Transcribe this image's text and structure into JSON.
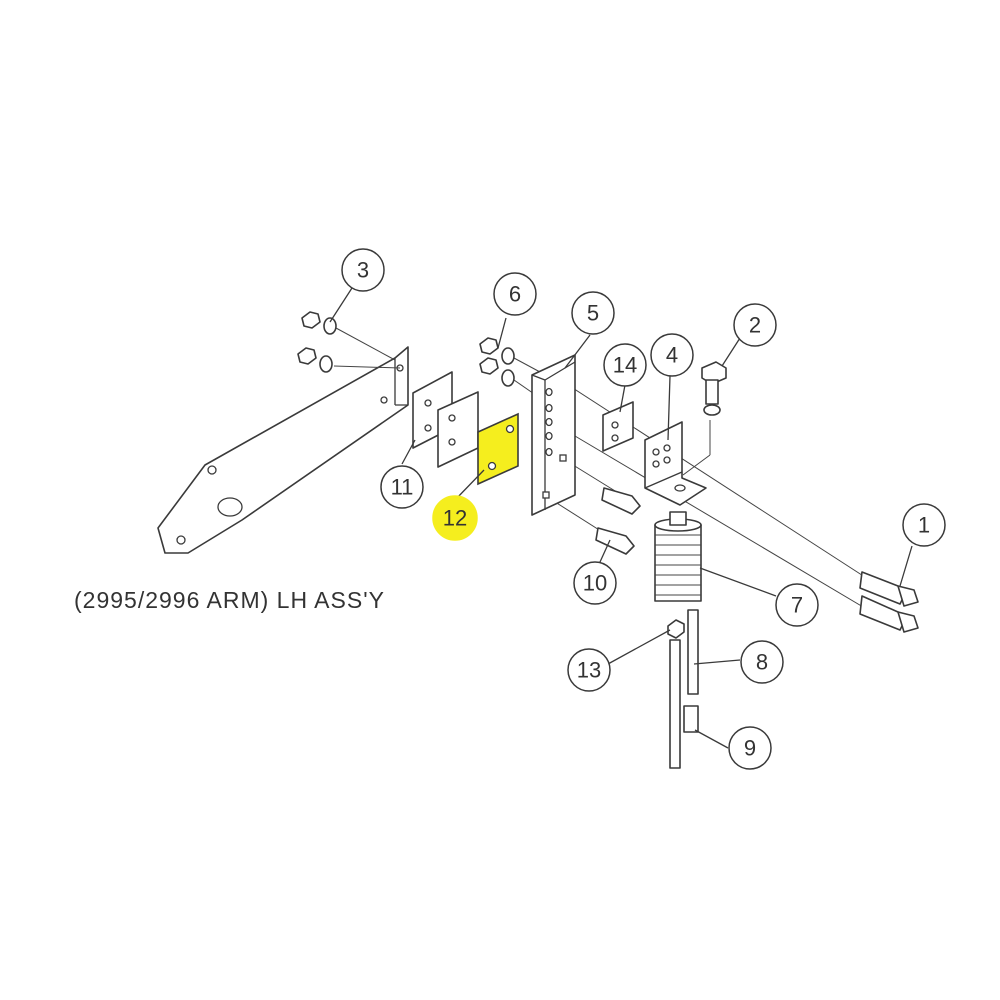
{
  "caption": "(2995/2996 ARM) LH ASS'Y",
  "highlight_color": "#f5ee1e",
  "highlighted_part": "12",
  "callouts": [
    {
      "id": "1",
      "label": "1"
    },
    {
      "id": "2",
      "label": "2"
    },
    {
      "id": "3",
      "label": "3"
    },
    {
      "id": "4",
      "label": "4"
    },
    {
      "id": "5",
      "label": "5"
    },
    {
      "id": "6",
      "label": "6"
    },
    {
      "id": "7",
      "label": "7"
    },
    {
      "id": "8",
      "label": "8"
    },
    {
      "id": "9",
      "label": "9"
    },
    {
      "id": "10",
      "label": "10"
    },
    {
      "id": "11",
      "label": "11"
    },
    {
      "id": "12",
      "label": "12"
    },
    {
      "id": "13",
      "label": "13"
    },
    {
      "id": "14",
      "label": "14"
    }
  ]
}
